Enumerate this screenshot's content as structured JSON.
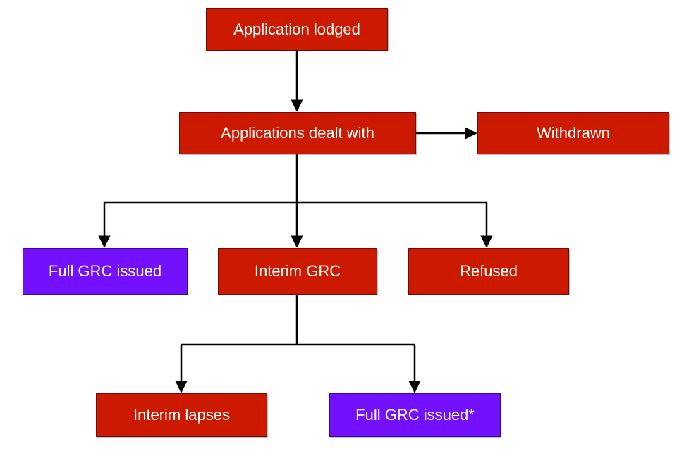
{
  "diagram": {
    "nodes": {
      "lodged": "Application lodged",
      "dealt": "Applications dealt with",
      "withdrawn": "Withdrawn",
      "full_grc": "Full GRC issued",
      "interim": "Interim GRC",
      "refused": "Refused",
      "lapses": "Interim lapses",
      "full_grc_star": "Full GRC issued*"
    },
    "colors": {
      "red": "#cc1a00",
      "purple": "#7311ff",
      "line": "#000000"
    },
    "edges": [
      {
        "from": "lodged",
        "to": "dealt"
      },
      {
        "from": "dealt",
        "to": "withdrawn"
      },
      {
        "from": "dealt",
        "to": "full_grc"
      },
      {
        "from": "dealt",
        "to": "interim"
      },
      {
        "from": "dealt",
        "to": "refused"
      },
      {
        "from": "interim",
        "to": "lapses"
      },
      {
        "from": "interim",
        "to": "full_grc_star"
      }
    ]
  }
}
